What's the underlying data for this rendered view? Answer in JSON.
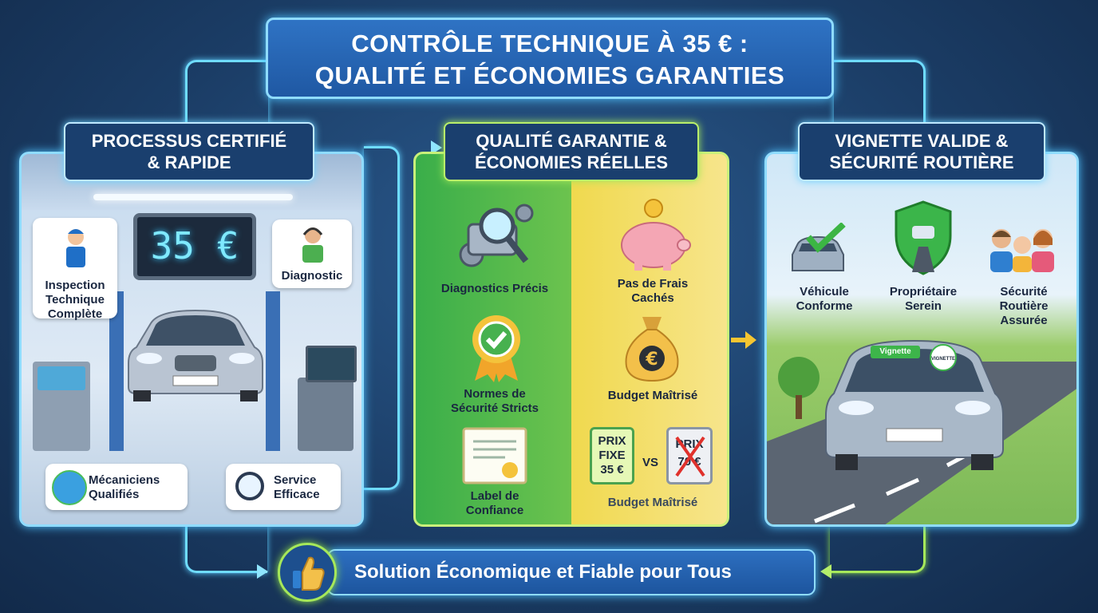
{
  "title": {
    "line1": "CONTRÔLE TECHNIQUE À 35 € :",
    "line2": "QUALITÉ ET ÉCONOMIES GARANTIES"
  },
  "left": {
    "header_line1": "PROCESSUS CERTIFIÉ",
    "header_line2": "& RAPIDE",
    "display": "35 €",
    "inspection": [
      "Inspection",
      "Technique",
      "Complète"
    ],
    "diagnostic": "Diagnostic",
    "mecaniciens": [
      "Mécaniciens",
      "Qualifiés"
    ],
    "service": [
      "Service",
      "Efficace"
    ]
  },
  "middle": {
    "header_line1": "QUALITÉ GARANTIE &",
    "header_line2": "ÉCONOMIES RÉELLES",
    "diagnostics": "Diagnostics Précis",
    "normes": [
      "Normes de",
      "Sécurité Stricts"
    ],
    "label": [
      "Label de",
      "Confiance"
    ],
    "frais": [
      "Pas de Frais",
      "Cachés"
    ],
    "budget1": "Budget Maîtrisé",
    "prix_fixe": [
      "PRIX",
      "FIXE",
      "35 €"
    ],
    "vs": "VS",
    "prix_barre": [
      "PRIX",
      "70 €"
    ],
    "budget2": "Budget Maîtrisé"
  },
  "right": {
    "header_line1": "VIGNETTE VALIDE &",
    "header_line2": "SÉCURITÉ ROUTIÈRE",
    "vehicule": [
      "Véhicule",
      "Conforme"
    ],
    "proprietaire": [
      "Propriétaire",
      "Serein"
    ],
    "securite": [
      "Sécurité",
      "Routière",
      "Assurée"
    ],
    "vignette": "Vignette",
    "vignette2": "VIGNETTE"
  },
  "footer": "Solution Économique et Fiable pour Tous",
  "colors": {
    "background": "#1b3d66",
    "glow": "#6fdcff",
    "green": "#3bb54a",
    "yellow": "#f3d64a",
    "title_blue": "#2563b0"
  }
}
